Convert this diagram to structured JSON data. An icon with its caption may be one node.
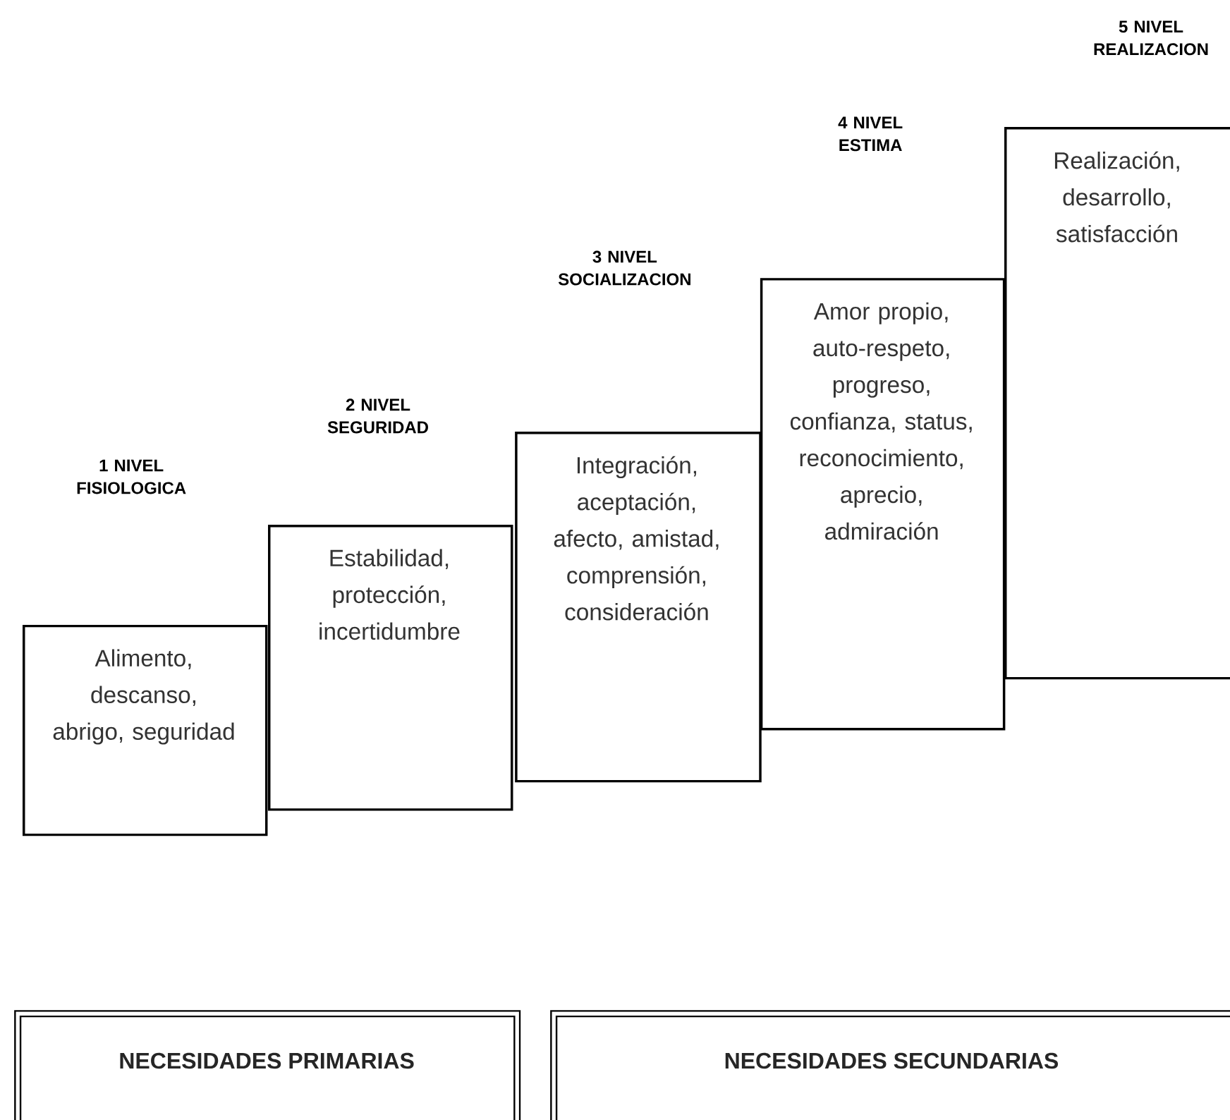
{
  "diagram": {
    "nodes": [
      {
        "text": [
          "1 NIVEL FISIOLOGICA"
        ]
      },
      {
        "text": [
          "Alimento, descanso, abrigo, seguridad"
        ]
      },
      {
        "text": [
          "2 NIVEL SEGURIDAD"
        ]
      },
      {
        "text": [
          "Estabilidad, protección, incertidumbre"
        ]
      },
      {
        "text": [
          "3 NIVEL SOCIALIZACION"
        ]
      },
      {
        "text": [
          "Integración, aceptación, afecto, amistad, comprensión, consideración"
        ]
      },
      {
        "text": [
          "4 NIVEL ESTIMA"
        ]
      },
      {
        "text": [
          "Amor propio, auto-respeto, progreso, confianza, status, reconocimiento, aprecio, admiración"
        ]
      },
      {
        "text": [
          "5 NIVEL REALIZACION"
        ]
      },
      {
        "text": [
          "Realización, desarrollo, satisfacción"
        ]
      },
      {
        "text": [
          "NECESIDADES PRIMARIAS"
        ]
      },
      {
        "text": [
          "NECESIDADES SECUNDARIAS"
        ]
      }
    ]
  }
}
